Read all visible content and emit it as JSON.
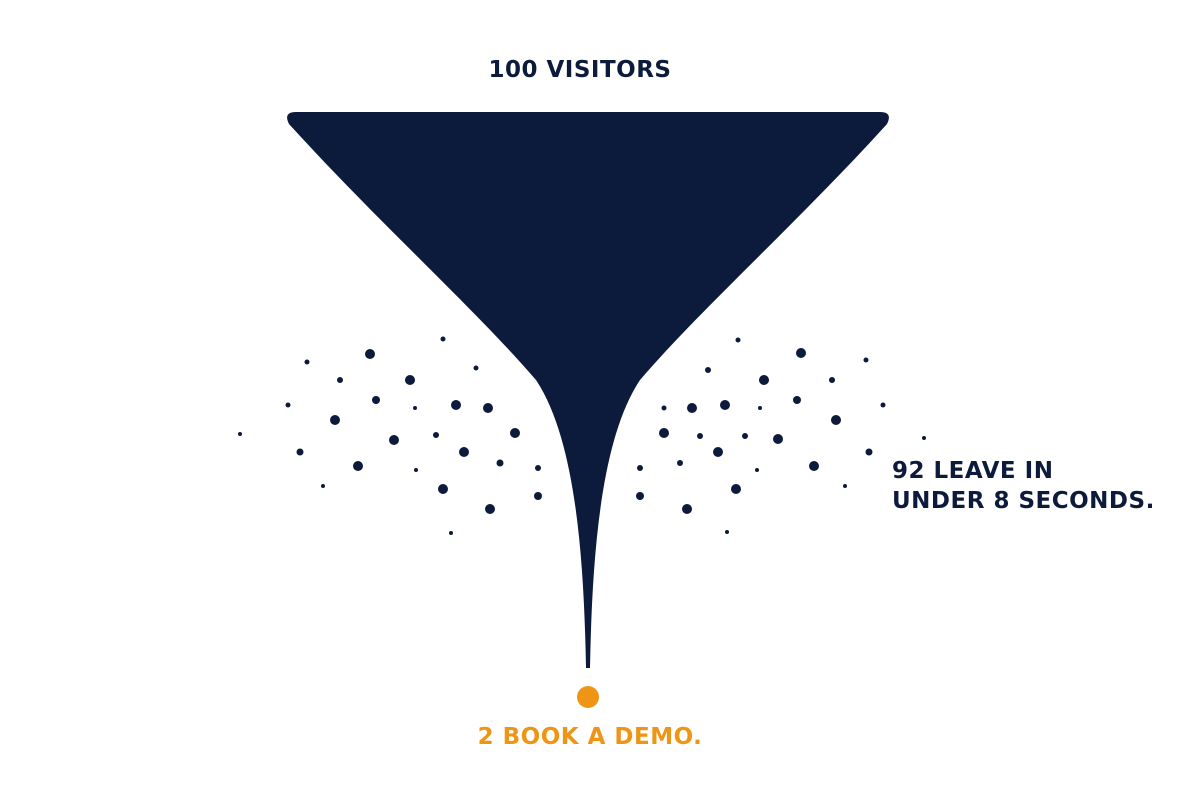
{
  "colors": {
    "primary": "#0c1a3b",
    "accent": "#ee9516",
    "background": "#ffffff"
  },
  "labels": {
    "visitors": "100 VISITORS",
    "leave_line1": "92 LEAVE IN",
    "leave_line2": "UNDER 8 SECONDS.",
    "demo": "2 BOOK A DEMO."
  },
  "funnel": {
    "entering": 100,
    "leaving": 92,
    "converting": 2
  }
}
